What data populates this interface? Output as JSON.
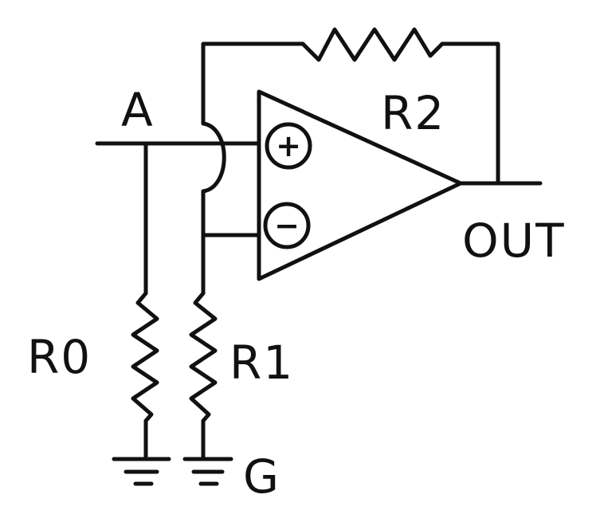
{
  "labels": {
    "input": "A",
    "feedback_resistor": "R2",
    "output": "OUT",
    "ground_resistor_input": "R0",
    "ground_resistor_inverting": "R1",
    "ground": "G",
    "plus": "+",
    "minus": "−"
  },
  "colors": {
    "ink": "#111111",
    "background": "#ffffff"
  }
}
